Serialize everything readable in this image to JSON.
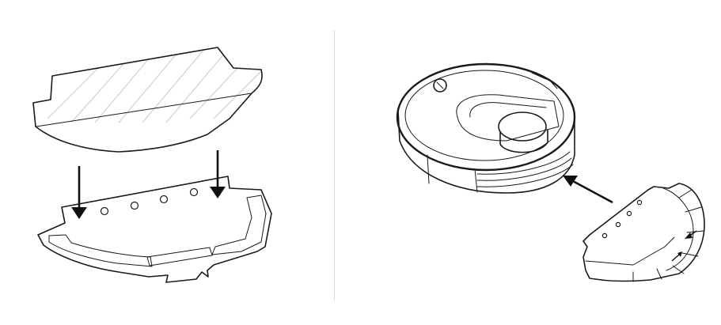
{
  "colors": {
    "background": "#ffffff",
    "line": "#1a1a1a",
    "divider": "#d8d8d8",
    "hatch": "#c9c9c9",
    "arrow": "#111111"
  },
  "panels": [
    {
      "id": "left",
      "icons": [
        "mop-cloth-pad",
        "water-tank-mop-bracket",
        "down-arrow",
        "down-arrow"
      ]
    },
    {
      "id": "right",
      "icons": [
        "robot-vacuum-cleaner",
        "water-tank-bracket",
        "insert-arrow",
        "slide-arrow",
        "slide-arrow"
      ]
    }
  ]
}
